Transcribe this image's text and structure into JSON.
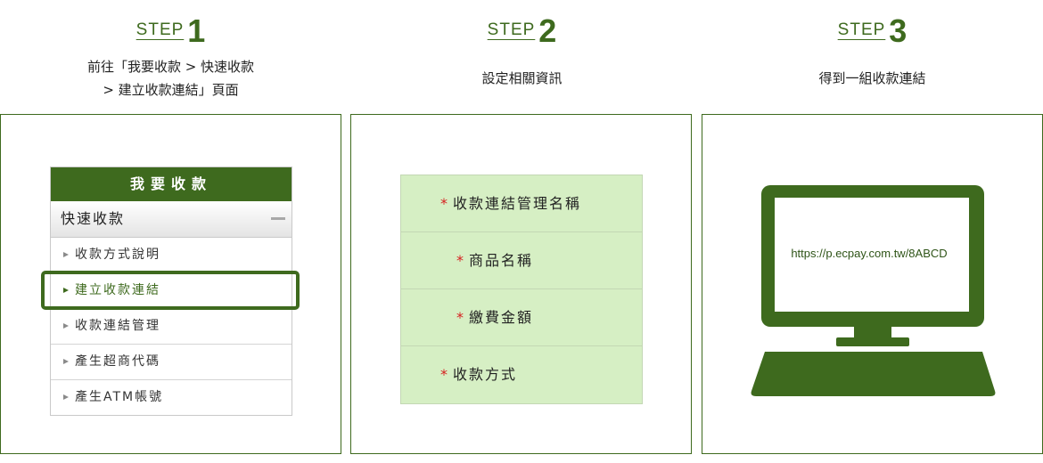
{
  "steps": [
    {
      "word": "STEP",
      "number": "1",
      "desc_line1": "前往「我要收款 > 快速收款",
      "desc_line2": "> 建立收款連結」頁面"
    },
    {
      "word": "STEP",
      "number": "2",
      "desc_line1": "設定相關資訊"
    },
    {
      "word": "STEP",
      "number": "3",
      "desc_line1": "得到一組收款連結"
    }
  ],
  "menu": {
    "header": "我要收款",
    "subheader": "快速收款",
    "items": [
      "收款方式說明",
      "建立收款連結",
      "收款連結管理",
      "產生超商代碼",
      "產生ATM帳號"
    ],
    "active_index": 1
  },
  "form": {
    "required_mark": "*",
    "fields": [
      "收款連結管理名稱",
      "商品名稱",
      "繳費金額",
      "收款方式"
    ]
  },
  "monitor": {
    "url": "https://p.ecpay.com.tw/8ABCD"
  },
  "colors": {
    "brand_green": "#3e6a1e",
    "form_bg": "#d6efc4",
    "required_red": "#d62020"
  }
}
